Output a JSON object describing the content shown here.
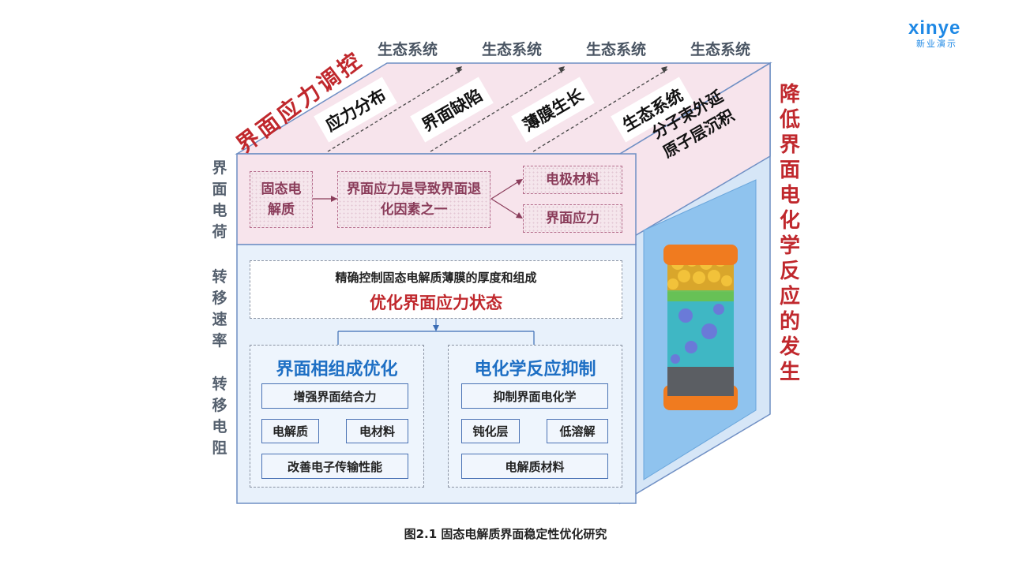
{
  "logo": {
    "brand_en": "xinye",
    "brand_cn": "新业演示"
  },
  "ecosystem_labels": [
    "生态系统",
    "生态系统",
    "生态系统",
    "生态系统"
  ],
  "top_face": {
    "diagonal_title": "界面应力调控",
    "labels": [
      "应力分布",
      "界面缺陷",
      "薄膜生长",
      "生态系统"
    ]
  },
  "right_face": {
    "label_line1": "分子束外延",
    "label_line2": "原子层沉积"
  },
  "right_side_title": "降低界面电化学反应的发生",
  "left_side_labels": {
    "group1": "界面电荷",
    "group2": "转移速率",
    "group3": "转移电阻"
  },
  "upper_section": {
    "box_solid_electrolyte": "固态电解质",
    "box_stress_cause": "界面应力是导致界面退化因素之一",
    "box_electrode_material": "电极材料",
    "box_interface_stress": "界面应力"
  },
  "lower_section": {
    "header_line1": "精确控制固态电解质薄膜的厚度和组成",
    "header_line2": "优化界面应力状态",
    "left_panel": {
      "title": "界面相组成优化",
      "box_top": "增强界面结合力",
      "box_left": "电解质",
      "box_right": "电材料",
      "box_bottom": "改善电子传输性能"
    },
    "right_panel": {
      "title": "电化学反应抑制",
      "box_top": "抑制界面电化学",
      "box_left": "钝化层",
      "box_right": "低溶解",
      "box_bottom": "电解质材料"
    }
  },
  "caption": "图2.1 固态电解质界面稳定性优化研究",
  "colors": {
    "accent_red": "#c0282d",
    "title_blue": "#1e6fc4",
    "front_fill": "#e8f1fb",
    "top_fill": "#f7e4ec",
    "right_fill": "#d6e6f7",
    "edge_blue": "#5a8fd0",
    "pink_text": "#8a3c5a"
  }
}
